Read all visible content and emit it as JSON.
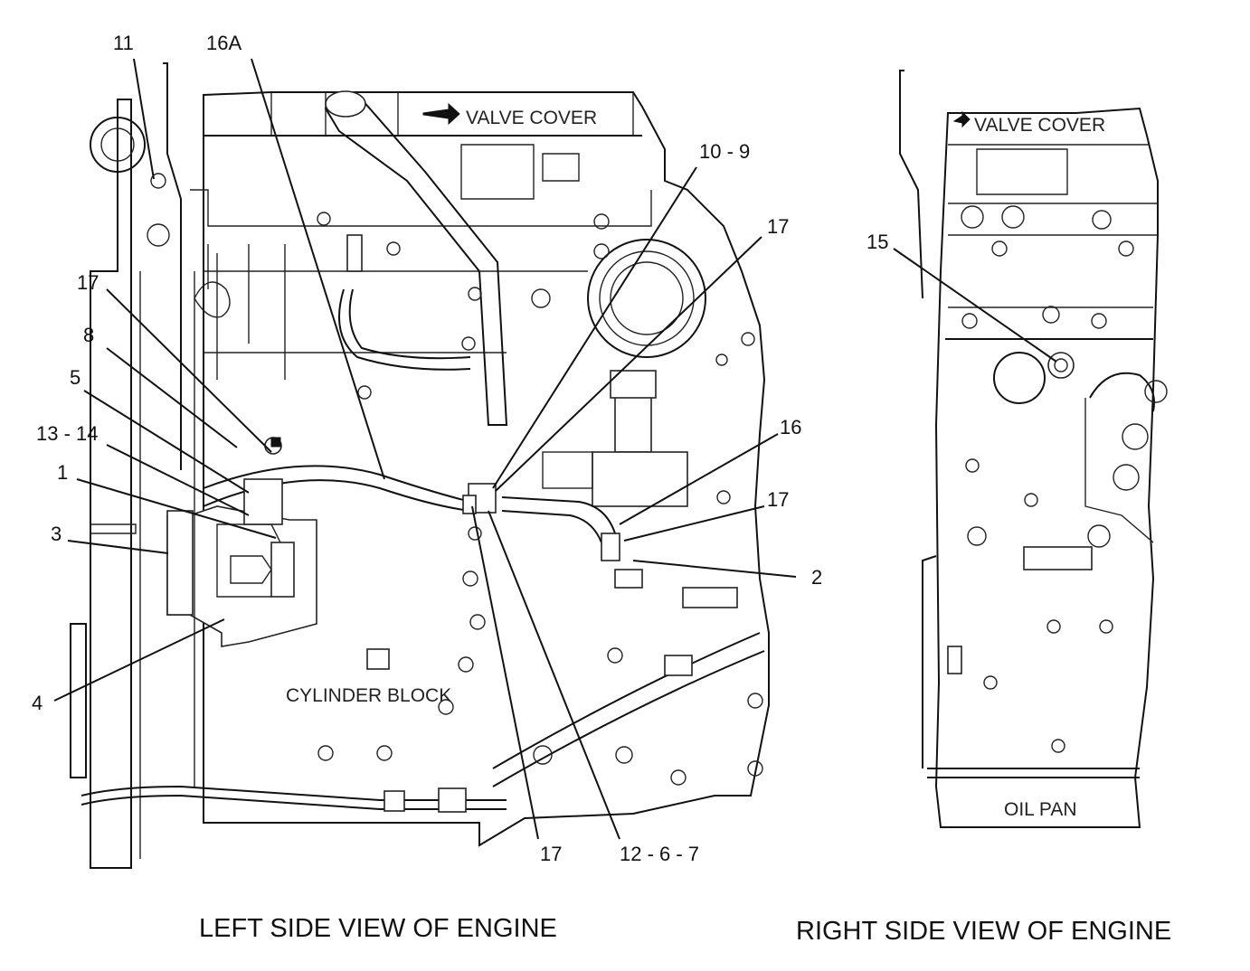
{
  "views": {
    "left": {
      "title": "LEFT SIDE VIEW OF ENGINE",
      "labels": {
        "valve_cover": "VALVE COVER",
        "cylinder_block": "CYLINDER BLOCK"
      },
      "callouts": {
        "c11": "11",
        "c16a": "16A",
        "c10_9": "10 - 9",
        "c17_top": "17",
        "c17_left": "17",
        "c8": "8",
        "c5": "5",
        "c13_14": "13 - 14",
        "c1": "1",
        "c3": "3",
        "c4": "4",
        "c16": "16",
        "c17_right": "17",
        "c2": "2",
        "c17_bottom": "17",
        "c12_6_7": "12 - 6 - 7"
      }
    },
    "right": {
      "title": "RIGHT SIDE VIEW OF ENGINE",
      "labels": {
        "valve_cover": "VALVE COVER",
        "oil_pan": "OIL PAN"
      },
      "callouts": {
        "c15": "15"
      }
    }
  }
}
